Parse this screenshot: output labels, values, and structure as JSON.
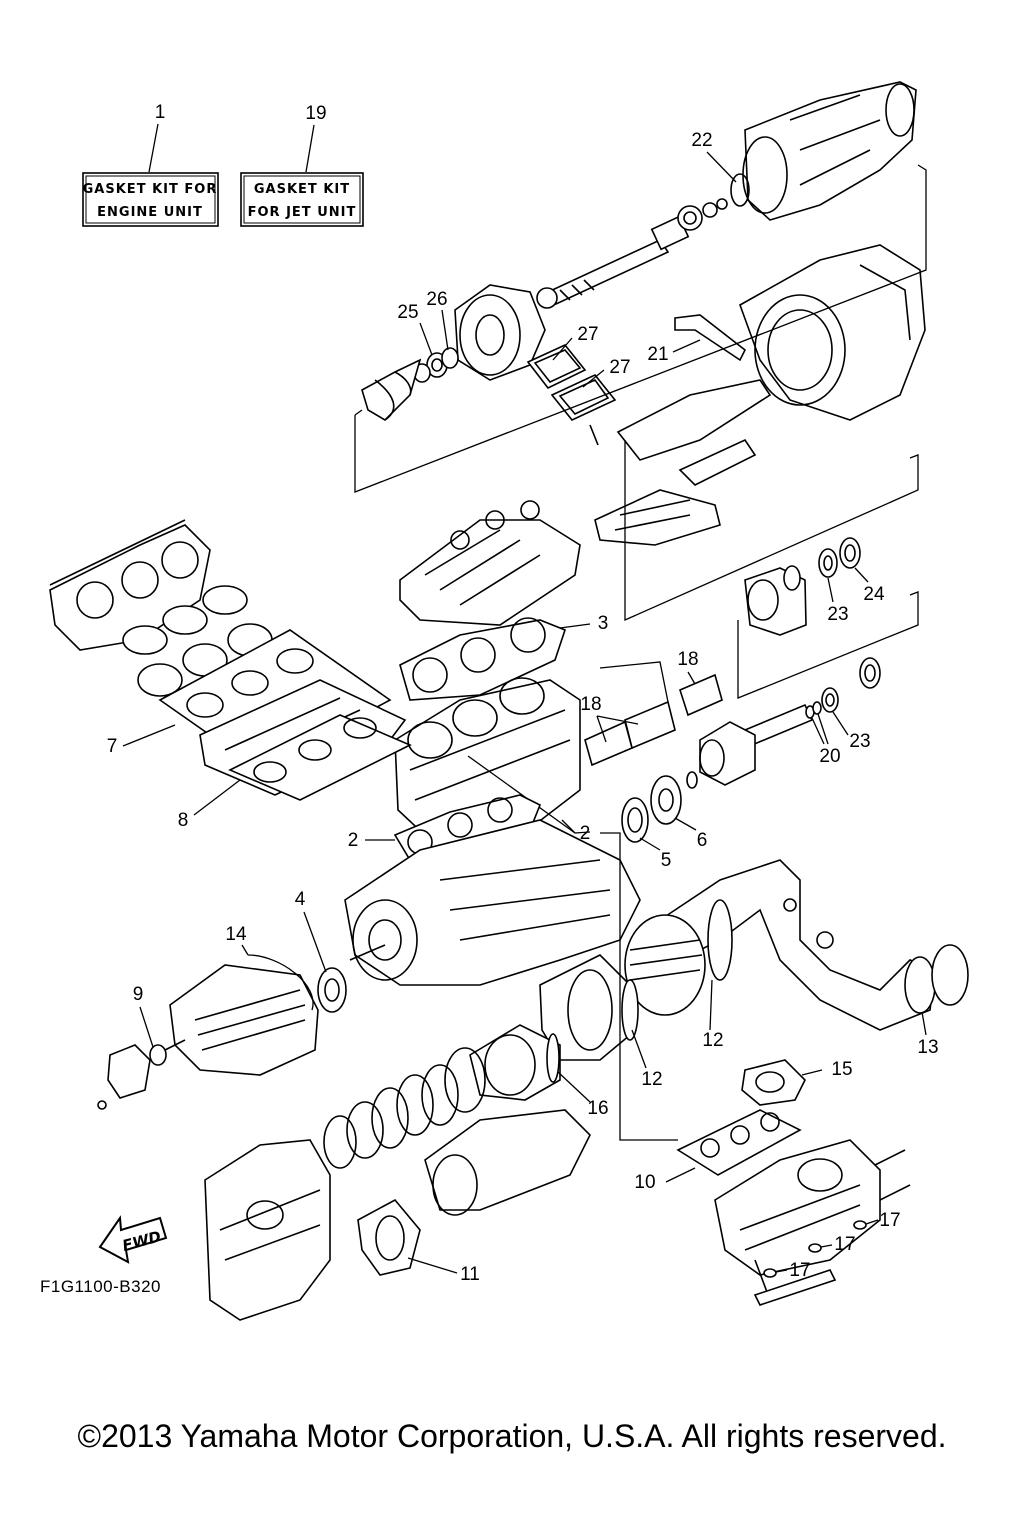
{
  "kit_boxes": [
    {
      "ref": "1",
      "lines": [
        "GASKET KIT FOR",
        "ENGINE UNIT"
      ]
    },
    {
      "ref": "19",
      "lines": [
        "GASKET KIT",
        "FOR JET UNIT"
      ]
    }
  ],
  "callouts": {
    "c2a": "2",
    "c2b": "2",
    "c3": "3",
    "c4": "4",
    "c5": "5",
    "c6": "6",
    "c7": "7",
    "c8": "8",
    "c9": "9",
    "c10": "10",
    "c11": "11",
    "c12a": "12",
    "c12b": "12",
    "c13": "13",
    "c14": "14",
    "c15": "15",
    "c16": "16",
    "c17a": "17",
    "c17b": "17",
    "c17c": "17",
    "c18a": "18",
    "c18b": "18",
    "c20": "20",
    "c21": "21",
    "c22": "22",
    "c23a": "23",
    "c23b": "23",
    "c24": "24",
    "c25": "25",
    "c26": "26",
    "c27a": "27",
    "c27b": "27"
  },
  "fwd_label": "FWD",
  "drawing_code": "F1G1100-B320",
  "copyright": "©2013 Yamaha Motor Corporation, U.S.A. All rights reserved."
}
